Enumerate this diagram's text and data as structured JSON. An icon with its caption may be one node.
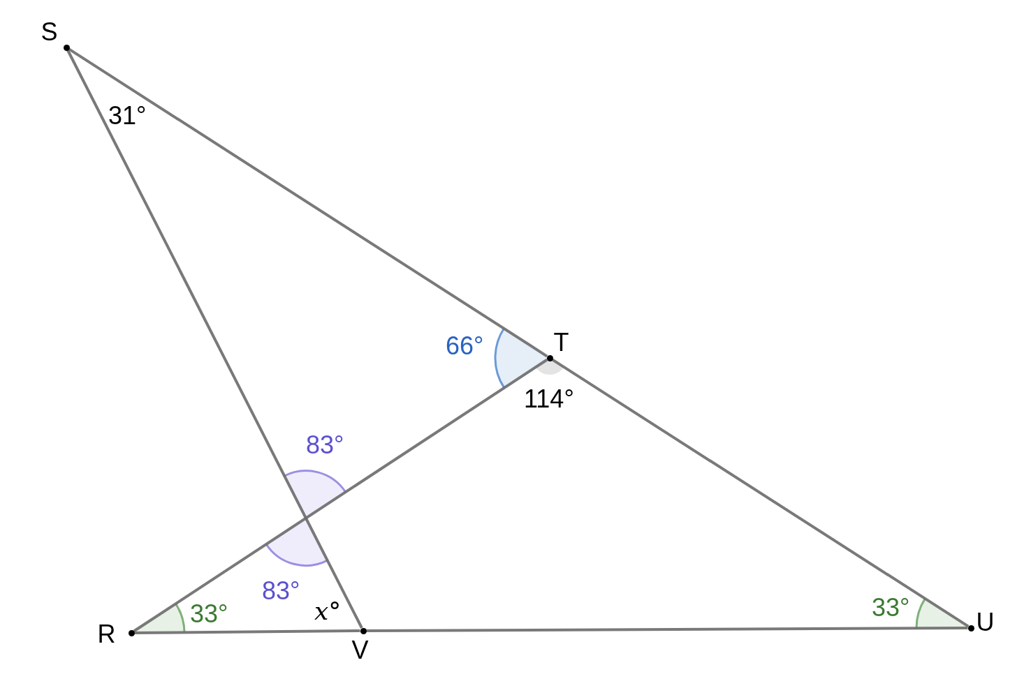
{
  "diagram": {
    "nodes": [
      {
        "text": [
          "S"
        ]
      },
      {
        "text": [
          "T"
        ]
      },
      {
        "text": [
          "U"
        ]
      },
      {
        "text": [
          "R"
        ]
      },
      {
        "text": [
          "V"
        ]
      }
    ],
    "edges": [
      {
        "from": 0,
        "to": 1,
        "arrow": "none"
      },
      {
        "from": 1,
        "to": 2,
        "arrow": "none"
      },
      {
        "from": 3,
        "to": 4,
        "arrow": "none"
      },
      {
        "from": 4,
        "to": 2,
        "arrow": "none"
      },
      {
        "from": 0,
        "to": 4,
        "arrow": "none"
      },
      {
        "from": 3,
        "to": 1,
        "arrow": "none"
      }
    ],
    "labels": [
      "31°",
      "66°",
      "114°",
      "83°",
      "83°",
      "33°",
      "33°",
      "*x*°"
    ]
  }
}
